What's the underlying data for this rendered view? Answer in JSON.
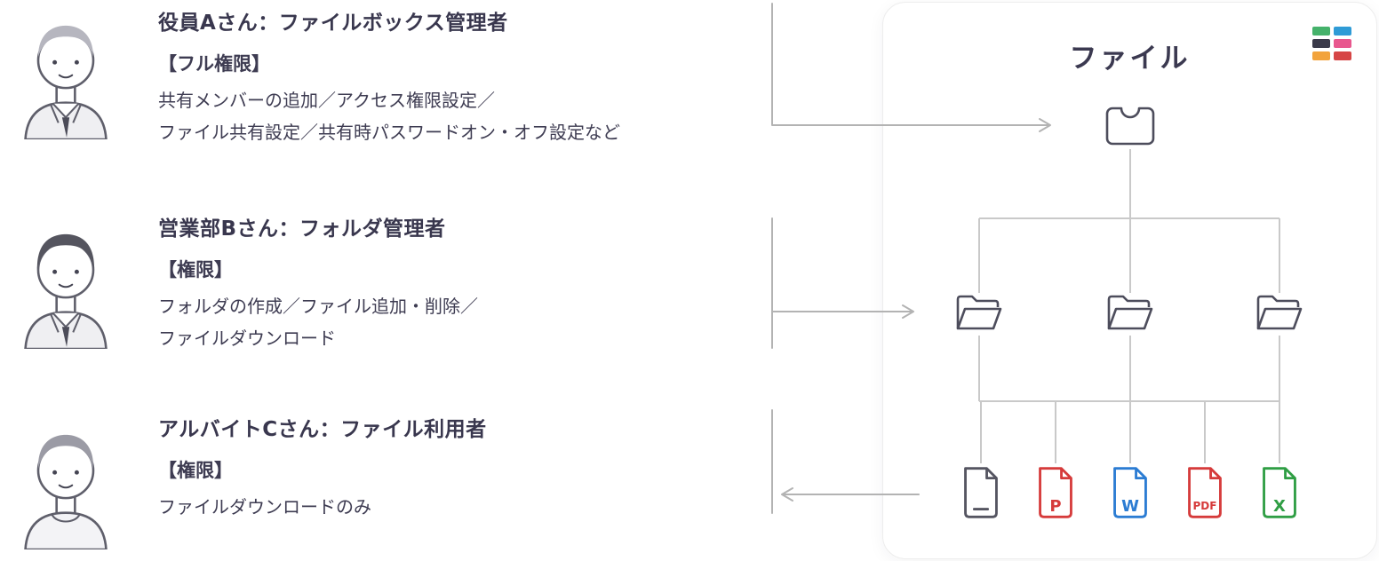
{
  "personas": [
    {
      "title": "役員Aさん：ファイルボックス管理者",
      "permission_label": "【フル権限】",
      "permissions": [
        "共有メンバーの追加／アクセス権限設定／",
        "ファイル共有設定／共有時パスワードオン・オフ設定など"
      ]
    },
    {
      "title": "営業部Bさん：フォルダ管理者",
      "permission_label": "【権限】",
      "permissions": [
        "フォルダの作成／ファイル追加・削除／",
        "ファイルダウンロード"
      ]
    },
    {
      "title": "アルバイトCさん：ファイル利用者",
      "permission_label": "【権限】",
      "permissions": [
        "ファイルダウンロードのみ"
      ]
    }
  ],
  "card": {
    "title": "ファイル",
    "file_types": [
      {
        "name": "generic-file",
        "label": "",
        "color": "#555561"
      },
      {
        "name": "powerpoint-file",
        "label": "P",
        "color": "#d63b3b"
      },
      {
        "name": "word-file",
        "label": "W",
        "color": "#2b7cd3"
      },
      {
        "name": "pdf-file",
        "label": "PDF",
        "color": "#d63b3b"
      },
      {
        "name": "excel-file",
        "label": "X",
        "color": "#2f9e44"
      }
    ],
    "logo_tiles": [
      "#45b26b",
      "#2f9bd6",
      "#3a3a4a",
      "#e8578e",
      "#f2a33c",
      "#d64545"
    ]
  },
  "colors": {
    "text": "#3e3c52",
    "connector": "#b3b3b3",
    "tree_line": "#c9c9c9",
    "icon_outline": "#4d4d5c"
  }
}
